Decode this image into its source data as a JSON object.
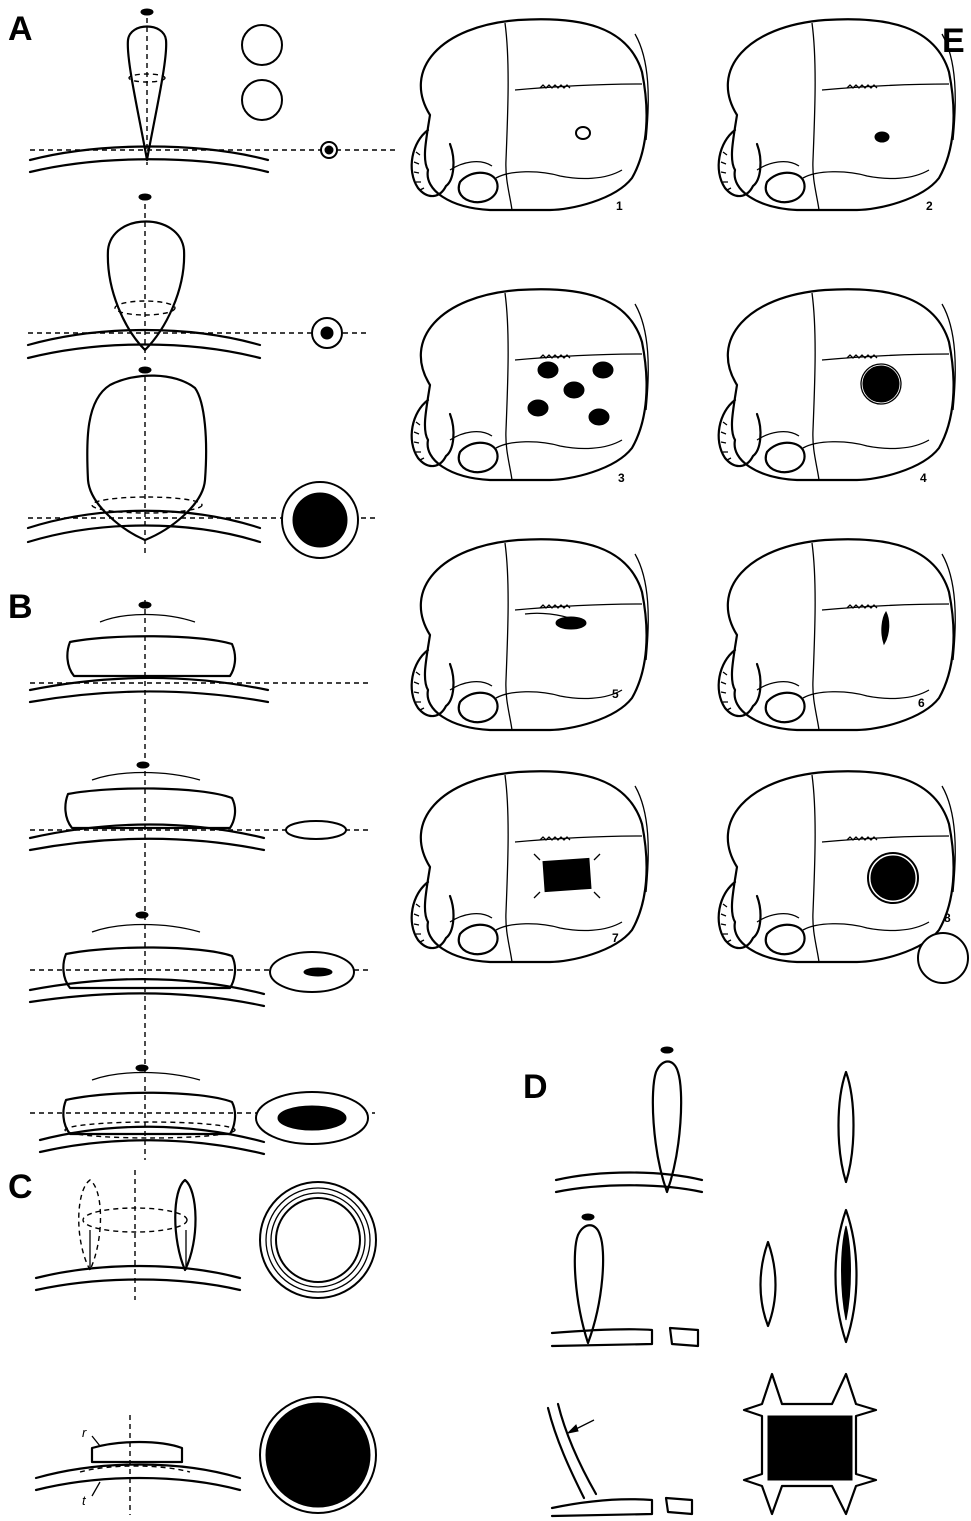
{
  "figure": {
    "panel_labels": {
      "A": "A",
      "B": "B",
      "C": "C",
      "D": "D",
      "E": "E"
    },
    "skull_numbers": [
      "1",
      "2",
      "3",
      "4",
      "5",
      "6",
      "7",
      "8"
    ],
    "small_labels": {
      "r": "r",
      "t": "t"
    }
  },
  "colors": {
    "ink": "#000000",
    "paper": "#ffffff"
  }
}
